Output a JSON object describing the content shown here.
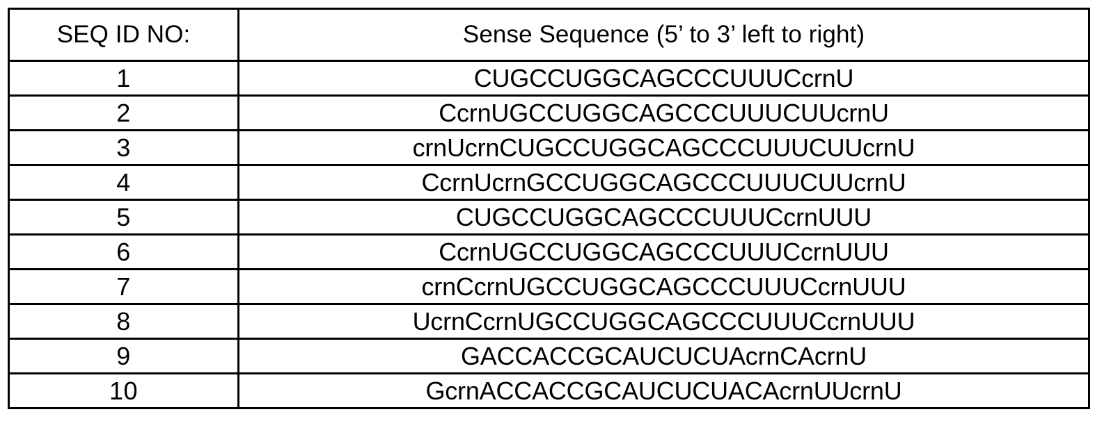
{
  "table": {
    "columns": [
      {
        "key": "seq_id",
        "label": "SEQ ID NO:"
      },
      {
        "key": "sense_sequence",
        "label": "Sense Sequence (5’ to 3’ left to right)"
      }
    ],
    "rows": [
      {
        "seq_id": "1",
        "sense_sequence": "CUGCCUGGCAGCCCUUUCcrnU"
      },
      {
        "seq_id": "2",
        "sense_sequence": "CcrnUGCCUGGCAGCCCUUUCUUcrnU"
      },
      {
        "seq_id": "3",
        "sense_sequence": "crnUcrnCUGCCUGGCAGCCCUUUCUUcrnU"
      },
      {
        "seq_id": "4",
        "sense_sequence": "CcrnUcrnGCCUGGCAGCCCUUUCUUcrnU"
      },
      {
        "seq_id": "5",
        "sense_sequence": "CUGCCUGGCAGCCCUUUCcrnUUU"
      },
      {
        "seq_id": "6",
        "sense_sequence": "CcrnUGCCUGGCAGCCCUUUCcrnUUU"
      },
      {
        "seq_id": "7",
        "sense_sequence": "crnCcrnUGCCUGGCAGCCCUUUCcrnUUU"
      },
      {
        "seq_id": "8",
        "sense_sequence": "UcrnCcrnUGCCUGGCAGCCCUUUCcrnUUU"
      },
      {
        "seq_id": "9",
        "sense_sequence": "GACCACCGCAUCUCUAcrnCAcrnU"
      },
      {
        "seq_id": "10",
        "sense_sequence": "GcrnACCACCGCAUCUCUACAcrnUUcrnU"
      }
    ]
  },
  "colors": {
    "border": "#000000",
    "text": "#000000",
    "background": "#ffffff"
  }
}
